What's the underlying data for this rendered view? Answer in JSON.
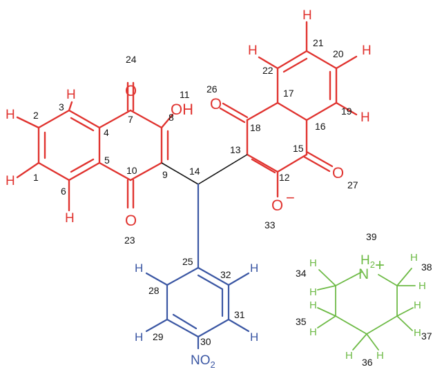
{
  "colors": {
    "naphthoquinone": "#e0332f",
    "bond_black": "#111111",
    "nitrophenyl": "#3a56a3",
    "piperidinium": "#6dba45",
    "numbering": "#111111"
  },
  "labels": {
    "H_ring1_C3": "H",
    "H_ring1_C2": "H",
    "H_ring1_C1": "H",
    "H_ring1_C6": "H",
    "O_C7": "O",
    "O_C10": "O",
    "OH_C8": "OH",
    "H_ring2_C22": "H",
    "H_ring2_C21": "H",
    "H_ring2_C20": "H",
    "H_ring2_C19": "H",
    "O_C18": "O",
    "O_C15": "O",
    "O_minus": "O",
    "minus": "−",
    "H_C28": "H",
    "H_C29": "H",
    "H_C32": "H",
    "H_C31": "H",
    "no2_N": "NO",
    "no2_sub": "2",
    "nh2_N": "N",
    "nh2_H": "H",
    "nh2_sub": "2",
    "nh2_plus": "+",
    "H34a": "H",
    "H34b": "H",
    "H35a": "H",
    "H35b": "H",
    "H36a": "H",
    "H36b": "H",
    "H38a": "H",
    "H38b": "H",
    "H37a": "H",
    "H37b": "H"
  },
  "atom_numbers": {
    "n1": "1",
    "n2": "2",
    "n3": "3",
    "n4": "4",
    "n5": "5",
    "n6": "6",
    "n7": "7",
    "n8": "8",
    "n9": "9",
    "n10": "10",
    "n11": "11",
    "n12": "12",
    "n13": "13",
    "n14": "14",
    "n15": "15",
    "n16": "16",
    "n17": "17",
    "n18": "18",
    "n19": "19",
    "n20": "20",
    "n21": "21",
    "n22": "22",
    "n23": "23",
    "n24": "24",
    "n25": "25",
    "n26": "26",
    "n27": "27",
    "n28": "28",
    "n29": "29",
    "n30": "30",
    "n31": "31",
    "n32": "32",
    "n33": "33",
    "n34": "34",
    "n35": "35",
    "n36": "36",
    "n37": "37",
    "n38": "38",
    "n39": "39"
  }
}
